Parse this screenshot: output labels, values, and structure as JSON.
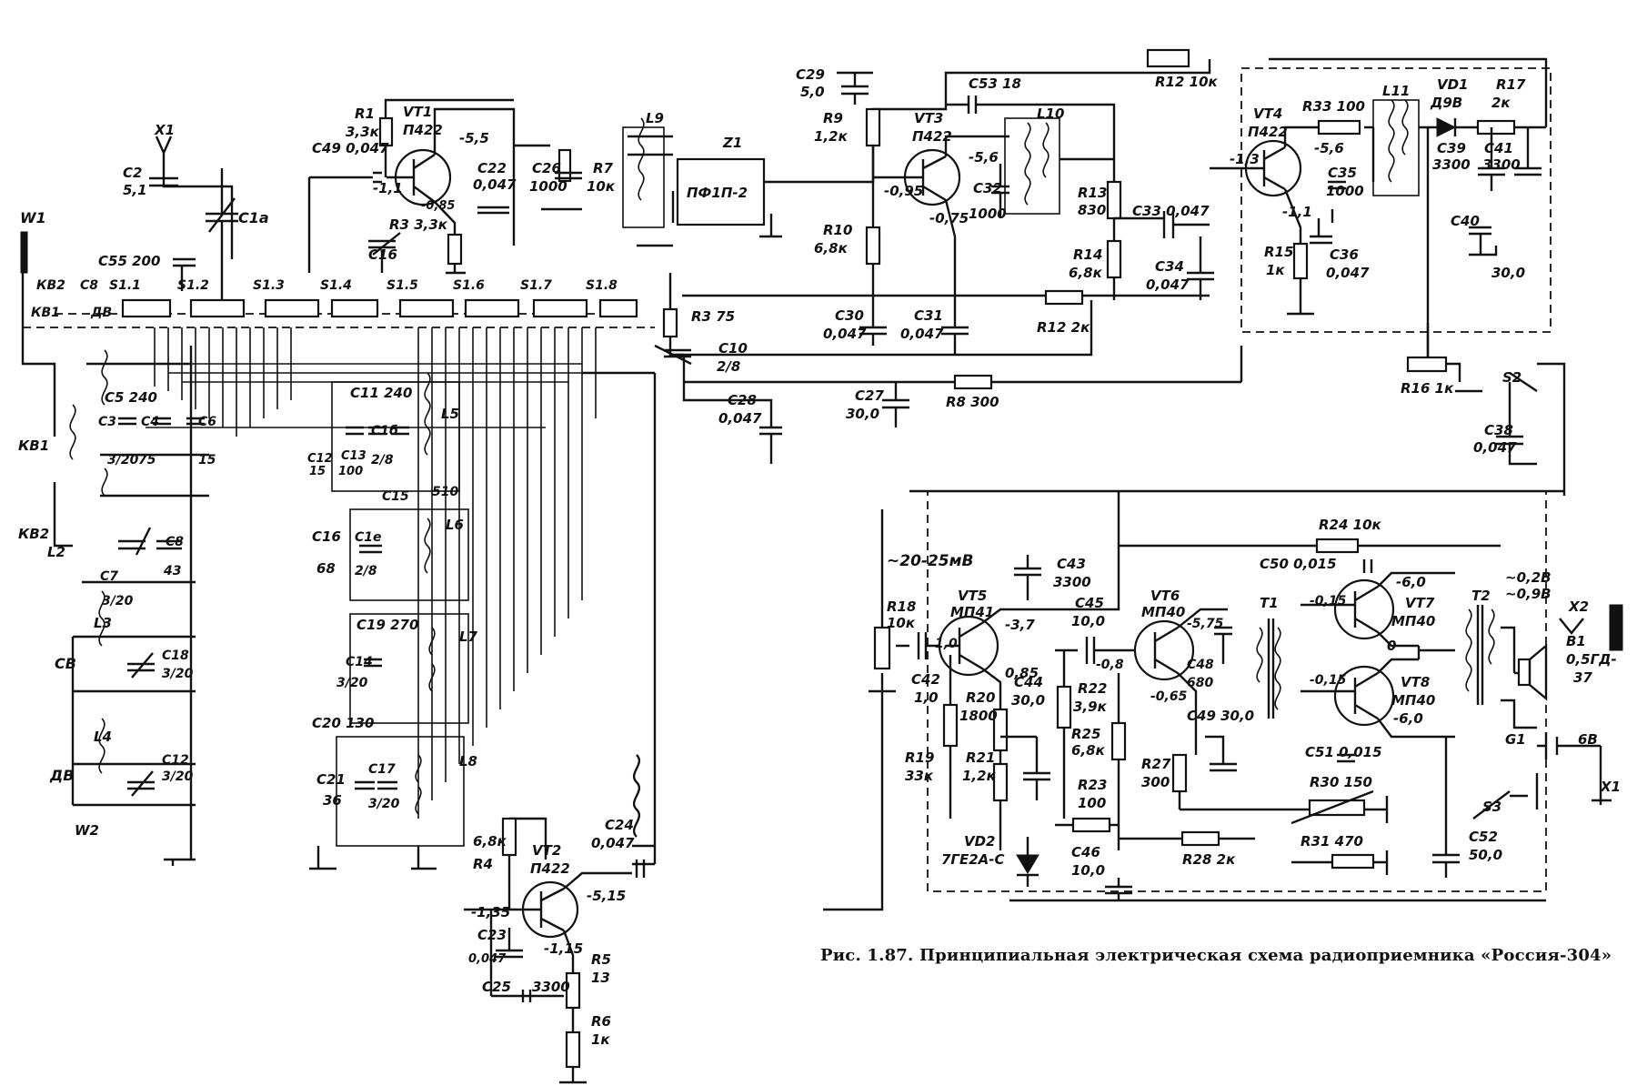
{
  "caption": "Рис. 1.87. Принципиальная электрическая схема радиоприемника «Россия-304»",
  "labels": [
    {
      "id": "x1a",
      "t": "X1"
    },
    {
      "id": "c2",
      "t": "C2"
    },
    {
      "id": "c2v",
      "t": "5,1"
    },
    {
      "id": "w1",
      "t": "W1"
    },
    {
      "id": "c1a",
      "t": "C1a"
    },
    {
      "id": "r1",
      "t": "R1"
    },
    {
      "id": "r1v",
      "t": "3,3к"
    },
    {
      "id": "vt1",
      "t": "VT1"
    },
    {
      "id": "vt1t",
      "t": "П422"
    },
    {
      "id": "vt1c",
      "t": "-5,5"
    },
    {
      "id": "c49",
      "t": "C49 0,047"
    },
    {
      "id": "vt1b",
      "t": "-1,1"
    },
    {
      "id": "vt1e",
      "t": "-0,85"
    },
    {
      "id": "c22",
      "t": "C22"
    },
    {
      "id": "c22v",
      "t": "0,047"
    },
    {
      "id": "r3",
      "t": "R3 3,3к"
    },
    {
      "id": "c16",
      "t": "C16"
    },
    {
      "id": "c55",
      "t": "C55 200"
    },
    {
      "id": "kb2a",
      "t": "КВ2"
    },
    {
      "id": "c8a",
      "t": "C8"
    },
    {
      "id": "kb1a",
      "t": "КВ1"
    },
    {
      "id": "dv",
      "t": "ДВ"
    },
    {
      "id": "s11",
      "t": "S1.1"
    },
    {
      "id": "s12",
      "t": "S1.2"
    },
    {
      "id": "s13",
      "t": "S1.3"
    },
    {
      "id": "s14",
      "t": "S1.4"
    },
    {
      "id": "s15",
      "t": "S1.5"
    },
    {
      "id": "s16",
      "t": "S1.6"
    },
    {
      "id": "s17",
      "t": "S1.7"
    },
    {
      "id": "s18",
      "t": "S1.8"
    },
    {
      "id": "c26",
      "t": "C26"
    },
    {
      "id": "c26v",
      "t": "1000"
    },
    {
      "id": "r7",
      "t": "R7"
    },
    {
      "id": "r7v",
      "t": "10к"
    },
    {
      "id": "l9",
      "t": "L9"
    },
    {
      "id": "z1",
      "t": "Z1"
    },
    {
      "id": "pf",
      "t": "ПФ1П-2"
    },
    {
      "id": "r3b",
      "t": "R3 75"
    },
    {
      "id": "c10",
      "t": "C10"
    },
    {
      "id": "c10v",
      "t": "2/8"
    },
    {
      "id": "c28",
      "t": "C28"
    },
    {
      "id": "c28v",
      "t": "0,047"
    },
    {
      "id": "c29",
      "t": "C29"
    },
    {
      "id": "c29v",
      "t": "5,0"
    },
    {
      "id": "r9",
      "t": "R9"
    },
    {
      "id": "r9v",
      "t": "1,2к"
    },
    {
      "id": "c53",
      "t": "C53 18"
    },
    {
      "id": "vt3",
      "t": "VT3"
    },
    {
      "id": "vt3t",
      "t": "П422"
    },
    {
      "id": "vt3b",
      "t": "-0,95"
    },
    {
      "id": "vt3e",
      "t": "-0,75"
    },
    {
      "id": "vt3c",
      "t": "-5,6"
    },
    {
      "id": "c32",
      "t": "C32"
    },
    {
      "id": "c32v",
      "t": "1000"
    },
    {
      "id": "l10",
      "t": "L10"
    },
    {
      "id": "r13",
      "t": "R13"
    },
    {
      "id": "r13v",
      "t": "830"
    },
    {
      "id": "r14",
      "t": "R14"
    },
    {
      "id": "r14v",
      "t": "6,8к"
    },
    {
      "id": "r10",
      "t": "R10"
    },
    {
      "id": "r10v",
      "t": "6,8к"
    },
    {
      "id": "c33",
      "t": "C33 0,047"
    },
    {
      "id": "c34",
      "t": "C34"
    },
    {
      "id": "c34v",
      "t": "0,047"
    },
    {
      "id": "r12",
      "t": "R12 10к"
    },
    {
      "id": "r12b",
      "t": "R12 2к"
    },
    {
      "id": "c30",
      "t": "C30"
    },
    {
      "id": "c30v",
      "t": "0,047"
    },
    {
      "id": "c31",
      "t": "C31"
    },
    {
      "id": "c31v",
      "t": "0,047"
    },
    {
      "id": "c27",
      "t": "C27"
    },
    {
      "id": "c27v",
      "t": "30,0"
    },
    {
      "id": "r8",
      "t": "R8 300"
    },
    {
      "id": "vt4",
      "t": "VT4"
    },
    {
      "id": "vt4t",
      "t": "П422"
    },
    {
      "id": "r33",
      "t": "R33 100"
    },
    {
      "id": "vt4c",
      "t": "-5,6"
    },
    {
      "id": "vt4b",
      "t": "-1,3"
    },
    {
      "id": "vt4e",
      "t": "-1,1"
    },
    {
      "id": "c35",
      "t": "C35"
    },
    {
      "id": "c35v",
      "t": "1000"
    },
    {
      "id": "r15",
      "t": "R15"
    },
    {
      "id": "r15v",
      "t": "1к"
    },
    {
      "id": "c36",
      "t": "C36"
    },
    {
      "id": "c36v",
      "t": "0,047"
    },
    {
      "id": "l11",
      "t": "L11"
    },
    {
      "id": "vd1",
      "t": "VD1"
    },
    {
      "id": "vd1t",
      "t": "Д9В"
    },
    {
      "id": "r17",
      "t": "R17"
    },
    {
      "id": "r17v",
      "t": "2к"
    },
    {
      "id": "c39",
      "t": "C39"
    },
    {
      "id": "c39v",
      "t": "3300"
    },
    {
      "id": "c41",
      "t": "C41"
    },
    {
      "id": "c41v",
      "t": "3300"
    },
    {
      "id": "c40",
      "t": "C40"
    },
    {
      "id": "c40v",
      "t": "30,0"
    },
    {
      "id": "r16",
      "t": "R16 1к"
    },
    {
      "id": "s2",
      "t": "S2"
    },
    {
      "id": "c38",
      "t": "C38"
    },
    {
      "id": "c38v",
      "t": "0,047"
    },
    {
      "id": "c5",
      "t": "C5 240"
    },
    {
      "id": "c3",
      "t": "C3"
    },
    {
      "id": "c4",
      "t": "C4"
    },
    {
      "id": "c6",
      "t": "C6"
    },
    {
      "id": "c3v",
      "t": "3/20"
    },
    {
      "id": "c4v",
      "t": "75"
    },
    {
      "id": "c6v",
      "t": "15"
    },
    {
      "id": "kb1b",
      "t": "КВ1"
    },
    {
      "id": "kb2b",
      "t": "КВ2"
    },
    {
      "id": "l2",
      "t": "L2"
    },
    {
      "id": "c7",
      "t": "C7"
    },
    {
      "id": "c7v",
      "t": "3/20"
    },
    {
      "id": "c8b",
      "t": "C8"
    },
    {
      "id": "c8v",
      "t": "43"
    },
    {
      "id": "l3",
      "t": "L3"
    },
    {
      "id": "cv",
      "t": "СВ"
    },
    {
      "id": "c18",
      "t": "C18"
    },
    {
      "id": "c18v",
      "t": "3/20"
    },
    {
      "id": "l4",
      "t": "L4"
    },
    {
      "id": "dv2",
      "t": "ДВ"
    },
    {
      "id": "c12",
      "t": "C12"
    },
    {
      "id": "c12v",
      "t": "3/20"
    },
    {
      "id": "w2",
      "t": "W2"
    },
    {
      "id": "c11",
      "t": "C11 240"
    },
    {
      "id": "c12b",
      "t": "C12"
    },
    {
      "id": "c12bv",
      "t": "15"
    },
    {
      "id": "c13",
      "t": "C13"
    },
    {
      "id": "c13v",
      "t": "100"
    },
    {
      "id": "c1b",
      "t": "C1б"
    },
    {
      "id": "c1bv",
      "t": "2/8"
    },
    {
      "id": "l5",
      "t": "L5"
    },
    {
      "id": "c15",
      "t": "C15"
    },
    {
      "id": "c15v",
      "t": "510"
    },
    {
      "id": "c16b",
      "t": "C16"
    },
    {
      "id": "c16bv",
      "t": "68"
    },
    {
      "id": "c1e",
      "t": "C1e"
    },
    {
      "id": "c1ev",
      "t": "2/8"
    },
    {
      "id": "l6",
      "t": "L6"
    },
    {
      "id": "c19",
      "t": "C19 270"
    },
    {
      "id": "c14",
      "t": "C14"
    },
    {
      "id": "c14v",
      "t": "3/20"
    },
    {
      "id": "l7",
      "t": "L7"
    },
    {
      "id": "c20",
      "t": "C20 130"
    },
    {
      "id": "c21",
      "t": "C21"
    },
    {
      "id": "c21v",
      "t": "36"
    },
    {
      "id": "c17",
      "t": "C17"
    },
    {
      "id": "c17v",
      "t": "3/20"
    },
    {
      "id": "l8",
      "t": "L8"
    },
    {
      "id": "r4",
      "t": "R4"
    },
    {
      "id": "r4v",
      "t": "6,8к"
    },
    {
      "id": "vt2",
      "t": "VT2"
    },
    {
      "id": "vt2t",
      "t": "П422"
    },
    {
      "id": "vt2c",
      "t": "-5,15"
    },
    {
      "id": "vt2b",
      "t": "-1,35"
    },
    {
      "id": "vt2e",
      "t": "-1,15"
    },
    {
      "id": "c23",
      "t": "C23"
    },
    {
      "id": "c23v",
      "t": "0,047"
    },
    {
      "id": "c24",
      "t": "C24"
    },
    {
      "id": "c24v",
      "t": "0,047"
    },
    {
      "id": "r5",
      "t": "R5"
    },
    {
      "id": "r5v",
      "t": "13"
    },
    {
      "id": "c25",
      "t": "C25"
    },
    {
      "id": "c25v",
      "t": "3300"
    },
    {
      "id": "r6",
      "t": "R6"
    },
    {
      "id": "r6v",
      "t": "1к"
    },
    {
      "id": "mv",
      "t": "~20-25мВ"
    },
    {
      "id": "r18",
      "t": "R18"
    },
    {
      "id": "r18v",
      "t": "10к"
    },
    {
      "id": "c42",
      "t": "C42"
    },
    {
      "id": "c42v",
      "t": "1,0"
    },
    {
      "id": "vt5",
      "t": "VT5"
    },
    {
      "id": "vt5t",
      "t": "МП41"
    },
    {
      "id": "vt5b",
      "t": "1,0"
    },
    {
      "id": "vt5c",
      "t": "-3,7"
    },
    {
      "id": "vt5e",
      "t": "0,85"
    },
    {
      "id": "c43",
      "t": "C43"
    },
    {
      "id": "c43v",
      "t": "3300"
    },
    {
      "id": "c44",
      "t": "C44"
    },
    {
      "id": "c44v",
      "t": "30,0"
    },
    {
      "id": "r20",
      "t": "R20"
    },
    {
      "id": "r20v",
      "t": "1800"
    },
    {
      "id": "r19",
      "t": "R19"
    },
    {
      "id": "r19v",
      "t": "33к"
    },
    {
      "id": "r21",
      "t": "R21"
    },
    {
      "id": "r21v",
      "t": "1,2к"
    },
    {
      "id": "c45",
      "t": "C45"
    },
    {
      "id": "c45v",
      "t": "10,0"
    },
    {
      "id": "vt6b",
      "t": "-0,8"
    },
    {
      "id": "r22",
      "t": "R22"
    },
    {
      "id": "r22v",
      "t": "3,9к"
    },
    {
      "id": "vt6",
      "t": "VT6"
    },
    {
      "id": "vt6t",
      "t": "МП40"
    },
    {
      "id": "vt6c",
      "t": "-5,75"
    },
    {
      "id": "vt6e",
      "t": "-0,65"
    },
    {
      "id": "c48",
      "t": "C48"
    },
    {
      "id": "c48v",
      "t": "680"
    },
    {
      "id": "c49b",
      "t": "C49 30,0"
    },
    {
      "id": "r25",
      "t": "R25"
    },
    {
      "id": "r25v",
      "t": "6,8к"
    },
    {
      "id": "r27",
      "t": "R27"
    },
    {
      "id": "r27v",
      "t": "300"
    },
    {
      "id": "r23",
      "t": "R23"
    },
    {
      "id": "r23v",
      "t": "100"
    },
    {
      "id": "vd2",
      "t": "VD2"
    },
    {
      "id": "vd2t",
      "t": "7ГЕ2А-С"
    },
    {
      "id": "c46",
      "t": "C46"
    },
    {
      "id": "c46v",
      "t": "10,0"
    },
    {
      "id": "r28",
      "t": "R28 2к"
    },
    {
      "id": "r24",
      "t": "R24 10к"
    },
    {
      "id": "c50",
      "t": "C50 0,015"
    },
    {
      "id": "t1",
      "t": "T1"
    },
    {
      "id": "vt7",
      "t": "VT7"
    },
    {
      "id": "vt7t",
      "t": "МП40"
    },
    {
      "id": "vt7c",
      "t": "-6,0"
    },
    {
      "id": "vt7b",
      "t": "-0,15"
    },
    {
      "id": "vt8",
      "t": "VT8"
    },
    {
      "id": "vt8t",
      "t": "МП40"
    },
    {
      "id": "vt8c",
      "t": "-6,0"
    },
    {
      "id": "vt8b",
      "t": "-0,15"
    },
    {
      "id": "zero",
      "t": "0"
    },
    {
      "id": "c51",
      "t": "C51 0,015"
    },
    {
      "id": "r30",
      "t": "R30 150"
    },
    {
      "id": "r31",
      "t": "R31 470"
    },
    {
      "id": "t2",
      "t": "T2"
    },
    {
      "id": "v02",
      "t": "~0,2В"
    },
    {
      "id": "v09",
      "t": "~0,9В"
    },
    {
      "id": "x2",
      "t": "X2"
    },
    {
      "id": "b1",
      "t": "B1"
    },
    {
      "id": "b1t",
      "t": "0,5ГД-"
    },
    {
      "id": "b1t2",
      "t": "37"
    },
    {
      "id": "s3",
      "t": "S3"
    },
    {
      "id": "c52",
      "t": "C52"
    },
    {
      "id": "c52v",
      "t": "50,0"
    },
    {
      "id": "gb1",
      "t": "G1"
    },
    {
      "id": "v6",
      "t": "6В"
    },
    {
      "id": "x1b",
      "t": "X1"
    }
  ]
}
